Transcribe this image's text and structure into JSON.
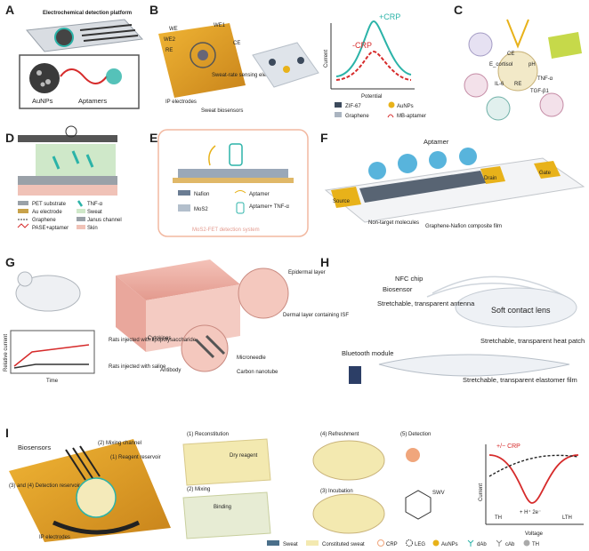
{
  "panels": {
    "A": {
      "letter": "A",
      "title": "Electrochemical detection platform",
      "aunps": "AuNPs",
      "aptamers": "Aptamers"
    },
    "B": {
      "letter": "B",
      "electrodes": [
        "WE",
        "WE1",
        "WE2",
        "RE",
        "CE"
      ],
      "sweat_sensing": "Sweat-rate sensing electrodes",
      "ip_electrodes": "IP electrodes",
      "caption": "Sweat biosensors",
      "plus_crp": "+CRP",
      "minus_crp": "-CRP",
      "y_axis": "Current",
      "x_axis": "Potential",
      "legend": [
        "ZIF-67",
        "AuNPs",
        "Graphene",
        "MB-aptamer"
      ]
    },
    "C": {
      "letter": "C",
      "labels": [
        "CE",
        "E_cortisol",
        "pH",
        "TNF-α",
        "IL-6",
        "TGF-β1",
        "RE"
      ]
    },
    "D": {
      "letter": "D",
      "legend": [
        "PET substrate",
        "TNF-α",
        "Au electrode",
        "Sweat",
        "Graphene",
        "Janus channel",
        "PASE+aptamer",
        "Skin"
      ]
    },
    "E": {
      "letter": "E",
      "legend": [
        "Nafion",
        "Aptamer",
        "MoS2",
        "Aptamer+ TNF-α"
      ],
      "caption": "MoS2-FET detection system"
    },
    "F": {
      "letter": "F",
      "aptamer": "Aptamer",
      "source": "Source",
      "drain": "Drain",
      "gate": "Gate",
      "non_target": "Non-target molecules",
      "film": "Graphene-Nafion composite film"
    },
    "G": {
      "letter": "G",
      "epidermal": "Epidermal layer",
      "dermal": "Dermal layer containing ISF",
      "cytokines": "Cytokines",
      "antibody": "Antibody",
      "microneedle": "Microneedle",
      "nanotube": "Carbon nanotube",
      "y_axis": "Relative current",
      "x_axis": "Time",
      "lps": "Rats injected with lipopolysaccharide",
      "saline": "Rats injected with saline"
    },
    "H": {
      "letter": "H",
      "nfc": "NFC chip",
      "biosensor": "Biosensor",
      "antenna": "Stretchable, transparent antenna",
      "lens": "Soft contact lens",
      "bluetooth": "Bluetooth module",
      "heat": "Stretchable, transparent heat patch",
      "elastomer": "Stretchable, transparent elastomer film"
    },
    "I": {
      "letter": "I",
      "biosensors": "Biosensors",
      "mixing_channel": "(2) Mixing channel",
      "reagent_reservoir": "(1) Reagent reservoir",
      "detection_reservoir": "(3) and (4) Detection reservoir",
      "ip_electrodes": "IP electrodes",
      "reconstitution": "(1) Reconstitution",
      "dry_reagent": "Dry reagent",
      "mixing": "(2) Mixing",
      "binding": "Binding",
      "refreshment": "(4) Refreshment",
      "incubation": "(3) Incubation",
      "detection": "(5) Detection",
      "swv": "SWV",
      "crp": "+/− CRP",
      "current": "Current",
      "voltage": "Voltage",
      "th": "TH",
      "lth": "LTH",
      "reaction": "+ H⁺ 2e⁻",
      "legend": [
        "Sweat",
        "Constituted sweat",
        "CRP",
        "LEG",
        "AuNPs",
        "dAb",
        "cAb",
        "TH"
      ]
    }
  },
  "colors": {
    "sweat": "#4a6f8a",
    "constituted_sweat": "#f3e9b0",
    "crp_red": "#d62b2b",
    "crp_teal": "#2bb3a8",
    "gold": "#e8b21a",
    "graphene": "#3c4a5c",
    "pink_border": "#f2b8a0"
  }
}
